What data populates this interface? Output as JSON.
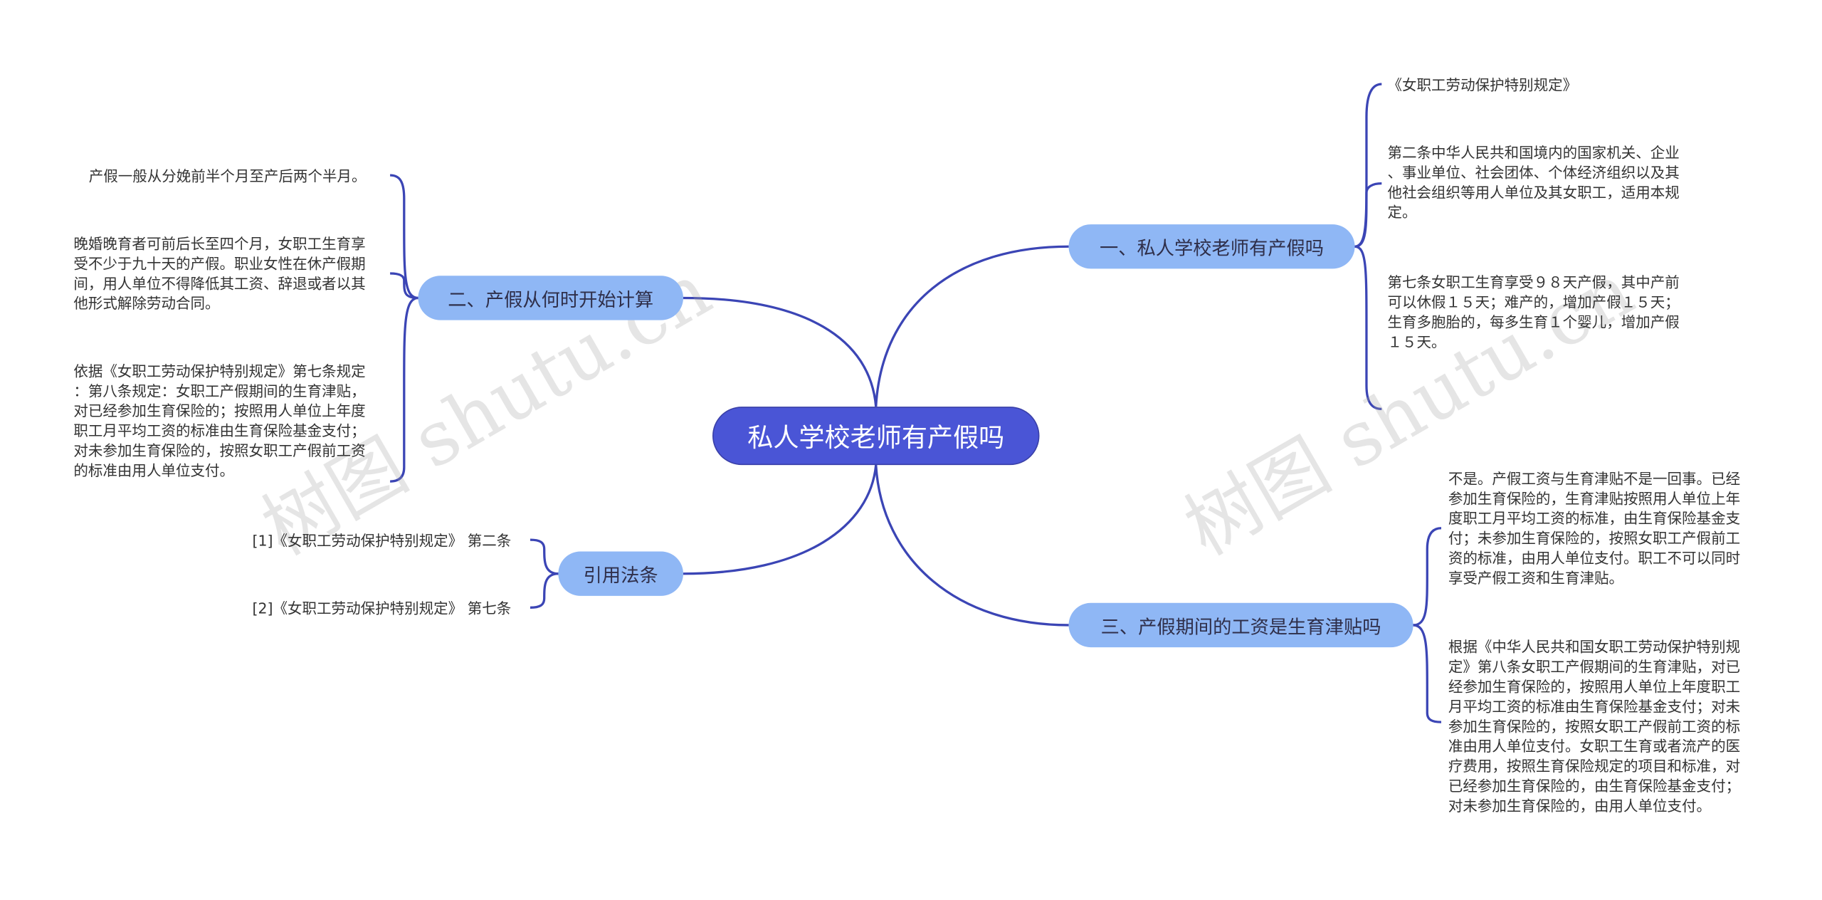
{
  "root": {
    "label": "私人学校老师有产假吗"
  },
  "branches": {
    "b1": {
      "label": "一、私人学校老师有产假吗",
      "leaves": [
        "《女职工劳动保护特别规定》",
        "第二条中华人民共和国境内的国家机关、企业\n、事业单位、社会团体、个体经济组织以及其\n他社会组织等用人单位及其女职工，适用本规\n定。",
        "第七条女职工生育享受９８天产假，其中产前\n可以休假１５天；难产的，增加产假１５天；\n生育多胞胎的，每多生育１个婴儿，增加产假\n１５天。"
      ]
    },
    "b2": {
      "label": "二、产假从何时开始计算",
      "leaves": [
        "产假一般从分娩前半个月至产后两个半月。",
        "晚婚晚育者可前后长至四个月，女职工生育享\n受不少于九十天的产假。职业女性在休产假期\n间，用人单位不得降低其工资、辞退或者以其\n他形式解除劳动合同。",
        "依据《女职工劳动保护特别规定》第七条规定\n：第八条规定：女职工产假期间的生育津贴，\n对已经参加生育保险的；按照用人单位上年度\n职工月平均工资的标准由生育保险基金支付；\n对未参加生育保险的，按照女职工产假前工资\n的标准由用人单位支付。"
      ]
    },
    "b3": {
      "label": "三、产假期间的工资是生育津贴吗",
      "leaves": [
        "不是。产假工资与生育津贴不是一回事。已经\n参加生育保险的，生育津贴按照用人单位上年\n度职工月平均工资的标准，由生育保险基金支\n付；未参加生育保险的，按照女职工产假前工\n资的标准，由用人单位支付。职工不可以同时\n享受产假工资和生育津贴。",
        "根据《中华人民共和国女职工劳动保护特别规\n定》第八条女职工产假期间的生育津贴，对已\n经参加生育保险的，按照用人单位上年度职工\n月平均工资的标准由生育保险基金支付；对未\n参加生育保险的，按照女职工产假前工资的标\n准由用人单位支付。女职工生育或者流产的医\n疗费用，按照生育保险规定的项目和标准，对\n已经参加生育保险的，由生育保险基金支付；\n对未参加生育保险的，由用人单位支付。"
      ]
    },
    "b4": {
      "label": "引用法条",
      "leaves": [
        "[1]《女职工劳动保护特别规定》 第二条",
        "[2]《女职工劳动保护特别规定》 第七条"
      ]
    }
  },
  "watermarks": [
    "树图 shutu.cn",
    "树图 shutu.cn"
  ],
  "colors": {
    "root": "#4a55d6",
    "branch": "#8fb7f5",
    "line": "#3b45b5"
  }
}
